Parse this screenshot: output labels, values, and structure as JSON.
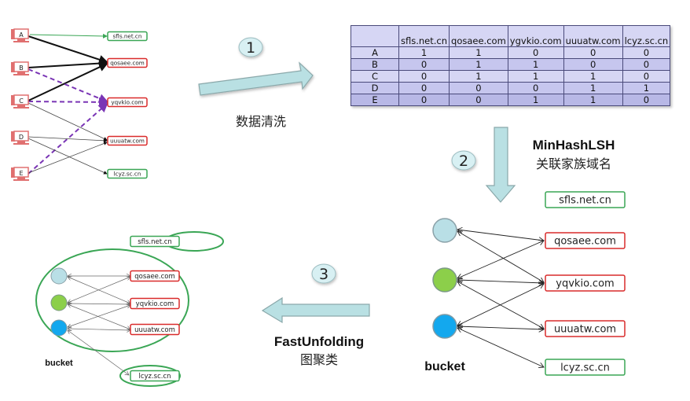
{
  "colors": {
    "green_border": "#3aa655",
    "red_border": "#d92b2b",
    "arrow_fill": "#b9e0e3",
    "arrow_stroke": "#8aa8aa",
    "purple_dash": "#7a35b5",
    "node_lightblue": "#b9dfe6",
    "node_green": "#8ccf4a",
    "node_blue": "#13a8ee",
    "computer_red": "#e07070",
    "table_header": "#d6d6f4"
  },
  "step1": {
    "number": "1",
    "caption": "数据清洗",
    "computers": [
      "A",
      "B",
      "C",
      "D",
      "E"
    ],
    "domains": [
      {
        "label": "sfls.net.cn",
        "border": "green"
      },
      {
        "label": "qosaee.com",
        "border": "red"
      },
      {
        "label": "yqvkio.com",
        "border": "red"
      },
      {
        "label": "uuuatw.com",
        "border": "red"
      },
      {
        "label": "lcyz.sc.cn",
        "border": "green"
      }
    ]
  },
  "matrix": {
    "columns": [
      "sfls.net.cn",
      "qosaee.com",
      "ygvkio.com",
      "uuuatw.com",
      "lcyz.sc.cn"
    ],
    "rows": [
      {
        "label": "A",
        "values": [
          "1",
          "1",
          "0",
          "0",
          "0"
        ]
      },
      {
        "label": "B",
        "values": [
          "0",
          "1",
          "1",
          "0",
          "0"
        ]
      },
      {
        "label": "C",
        "values": [
          "0",
          "1",
          "1",
          "1",
          "0"
        ]
      },
      {
        "label": "D",
        "values": [
          "0",
          "0",
          "0",
          "1",
          "1"
        ]
      },
      {
        "label": "E",
        "values": [
          "0",
          "0",
          "1",
          "1",
          "0"
        ]
      }
    ]
  },
  "step2": {
    "number": "2",
    "title": "MinHashLSH",
    "caption": "关联家族域名",
    "bucket_label": "bucket",
    "domains": [
      {
        "label": "sfls.net.cn",
        "border": "green"
      },
      {
        "label": "qosaee.com",
        "border": "red"
      },
      {
        "label": "yqvkio.com",
        "border": "red"
      },
      {
        "label": "uuuatw.com",
        "border": "red"
      },
      {
        "label": "lcyz.sc.cn",
        "border": "green"
      }
    ]
  },
  "step3": {
    "number": "3",
    "title": "FastUnfolding",
    "caption": "图聚类",
    "bucket_label": "bucket",
    "domains": [
      {
        "label": "sfls.net.cn",
        "border": "green"
      },
      {
        "label": "qosaee.com",
        "border": "red"
      },
      {
        "label": "yqvkio.com",
        "border": "red"
      },
      {
        "label": "uuuatw.com",
        "border": "red"
      },
      {
        "label": "lcyz.sc.cn",
        "border": "green"
      }
    ]
  }
}
